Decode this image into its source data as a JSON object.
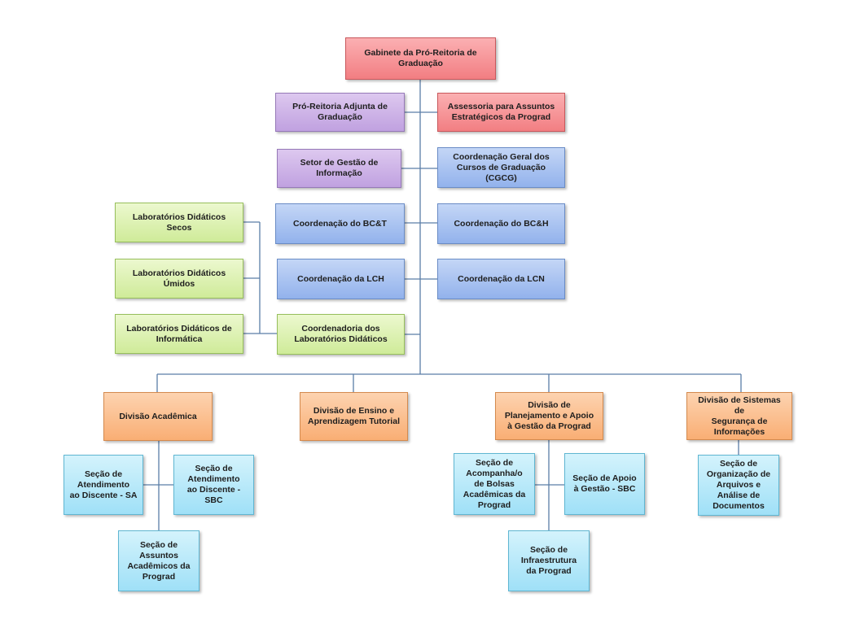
{
  "colors": {
    "red": "#f49295",
    "purple": "#cdb3e7",
    "blue": "#a8c2f0",
    "green": "#dcf1b2",
    "orange": "#fbbf8e",
    "cyan": "#b9eaf9",
    "connector": "#5b7ea7"
  },
  "nodes": {
    "gabinete": "Gabinete da Pró-Reitoria de\nGraduação",
    "adjunta": "Pró-Reitoria Adjunta de\nGraduação",
    "assessoria": "Assessoria para Assuntos\nEstratégicos da Prograd",
    "setor_gestao": "Setor de Gestão de\nInformação",
    "cgcg": "Coordenação Geral dos\nCursos de Graduação\n(CGCG)",
    "bct": "Coordenação do BC&T",
    "bch": "Coordenação  do BC&H",
    "lch": "Coordenação da LCH",
    "lcn": "Coordenação da LCN",
    "lab_secos": "Laboratórios Didáticos\nSecos",
    "lab_umidos": "Laboratórios Didáticos\nÚmidos",
    "lab_info": "Laboratórios Didáticos de\nInformática",
    "coord_lab": "Coordenadoria dos\nLaboratórios Didáticos",
    "div_academica": "Divisão Acadêmica",
    "div_ensino": "Divisão de Ensino e\nAprendizagem Tutorial",
    "div_planejamento": "Divisão de\nPlanejamento e Apoio\nà Gestão  da Prograd",
    "div_sistemas": "Divisão de Sistemas de\nSegurança de\nInformações",
    "sec_sa": "Seção de\nAtendimento\nao Discente - SA",
    "sec_sbc": "Seção de\nAtendimento\nao Discente -\nSBC",
    "sec_assuntos": "Seção de\nAssuntos\nAcadêmicos da\nPrograd",
    "sec_bolsas": "Seção de\nAcompanha/o\nde Bolsas\nAcadêmicas da\nPrograd",
    "sec_apoio": "Seção de Apoio\nà Gestão - SBC",
    "sec_infra": "Seção de\nInfraestrutura\nda Prograd",
    "sec_arquivos": "Seção de\nOrganização de\nArquivos e\nAnálise de\nDocumentos"
  }
}
